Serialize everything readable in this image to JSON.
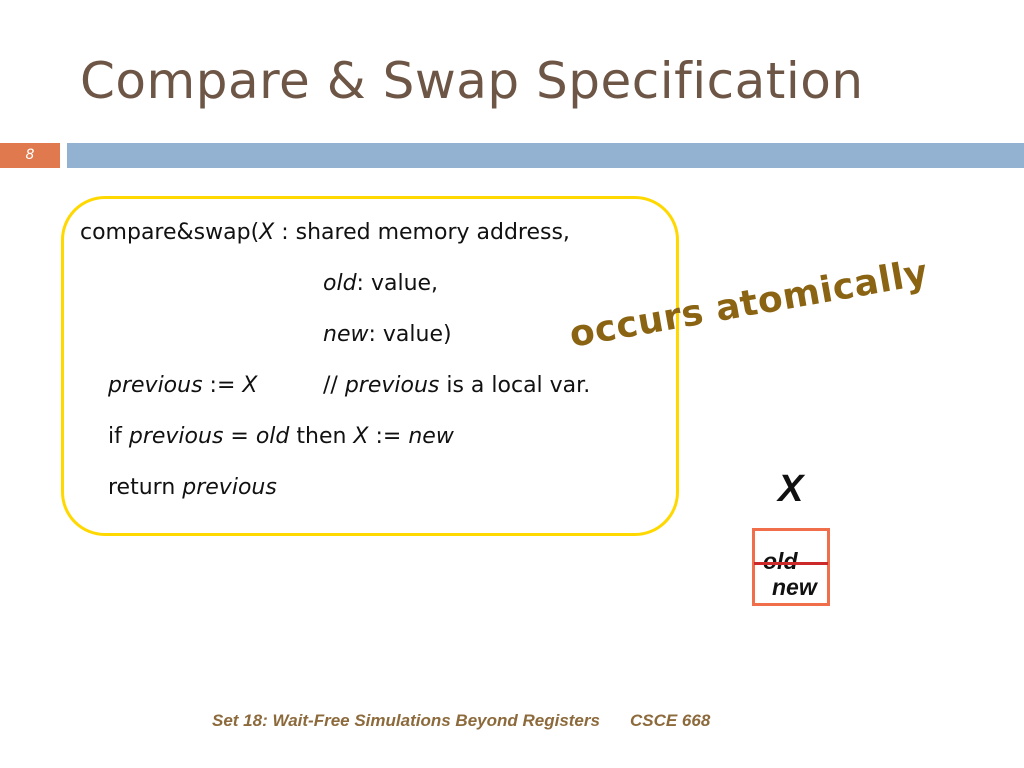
{
  "slide": {
    "title": "Compare & Swap Specification",
    "number": "8"
  },
  "code": {
    "l1_a": "compare&swap(",
    "l1_b": "X",
    "l1_c": " : shared memory address,",
    "l2_a": "old",
    "l2_b": ": value,",
    "l3_a": "new",
    "l3_b": ": value)",
    "l4_a": "previous",
    "l4_b": " := ",
    "l4_c": "X",
    "l4_d": "// ",
    "l4_e": "previous",
    "l4_f": " is a local var.",
    "l5_a": "if ",
    "l5_b": "previous",
    "l5_c": " = ",
    "l5_d": "old",
    "l5_e": " then ",
    "l5_f": "X",
    "l5_g": " := ",
    "l5_h": "new",
    "l6_a": "return ",
    "l6_b": "previous"
  },
  "annotation": {
    "atomic": "occurs atomically"
  },
  "memory": {
    "label": "X",
    "old_value": "old",
    "new_value": "new"
  },
  "footer": {
    "left": "Set 18: Wait-Free Simulations Beyond Registers",
    "right": "CSCE 668"
  },
  "colors": {
    "title": "#6e5646",
    "slide_number_bg": "#e07a4e",
    "top_bar": "#93b2d2",
    "code_box_border": "#ffd800",
    "atomic_text": "#8a6412",
    "memory_border": "#f06e4a",
    "strike": "#cc2a2a",
    "footer_text": "#8c6a3c"
  }
}
